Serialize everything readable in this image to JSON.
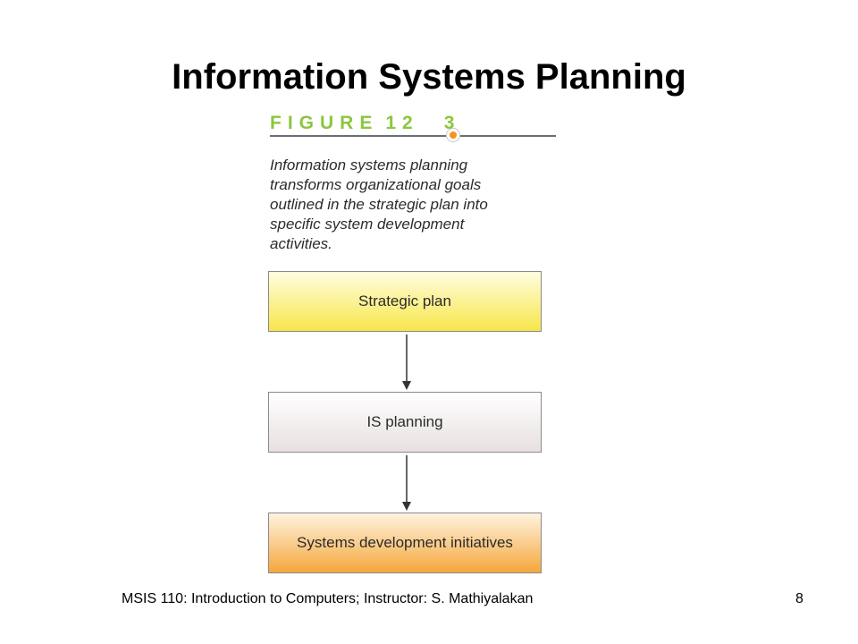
{
  "slide": {
    "title": "Information Systems Planning"
  },
  "figure": {
    "label": "FIGURE",
    "number_left": "12",
    "number_right": "3",
    "caption_lines": [
      "Information systems planning",
      "transforms organizational goals",
      "outlined in the strategic plan into",
      "specific system development",
      "activities."
    ]
  },
  "flow": {
    "boxes": [
      {
        "label": "Strategic plan"
      },
      {
        "label": "IS planning"
      },
      {
        "label": "Systems development initiatives"
      }
    ]
  },
  "footer": {
    "text": "MSIS 110:  Introduction to Computers;  Instructor: S. Mathiyalakan",
    "page_number": "8"
  },
  "colors": {
    "figure_label_green": "#8cc63f",
    "figure_rule": "#6d6e71",
    "figure_dot_orange": "#f7941d",
    "box1_top": "#fffde0",
    "box1_bottom": "#f7e64a",
    "box2_top": "#ffffff",
    "box2_bottom": "#e8e0e0",
    "box3_top": "#fff3e0",
    "box3_bottom": "#f5a73b"
  }
}
